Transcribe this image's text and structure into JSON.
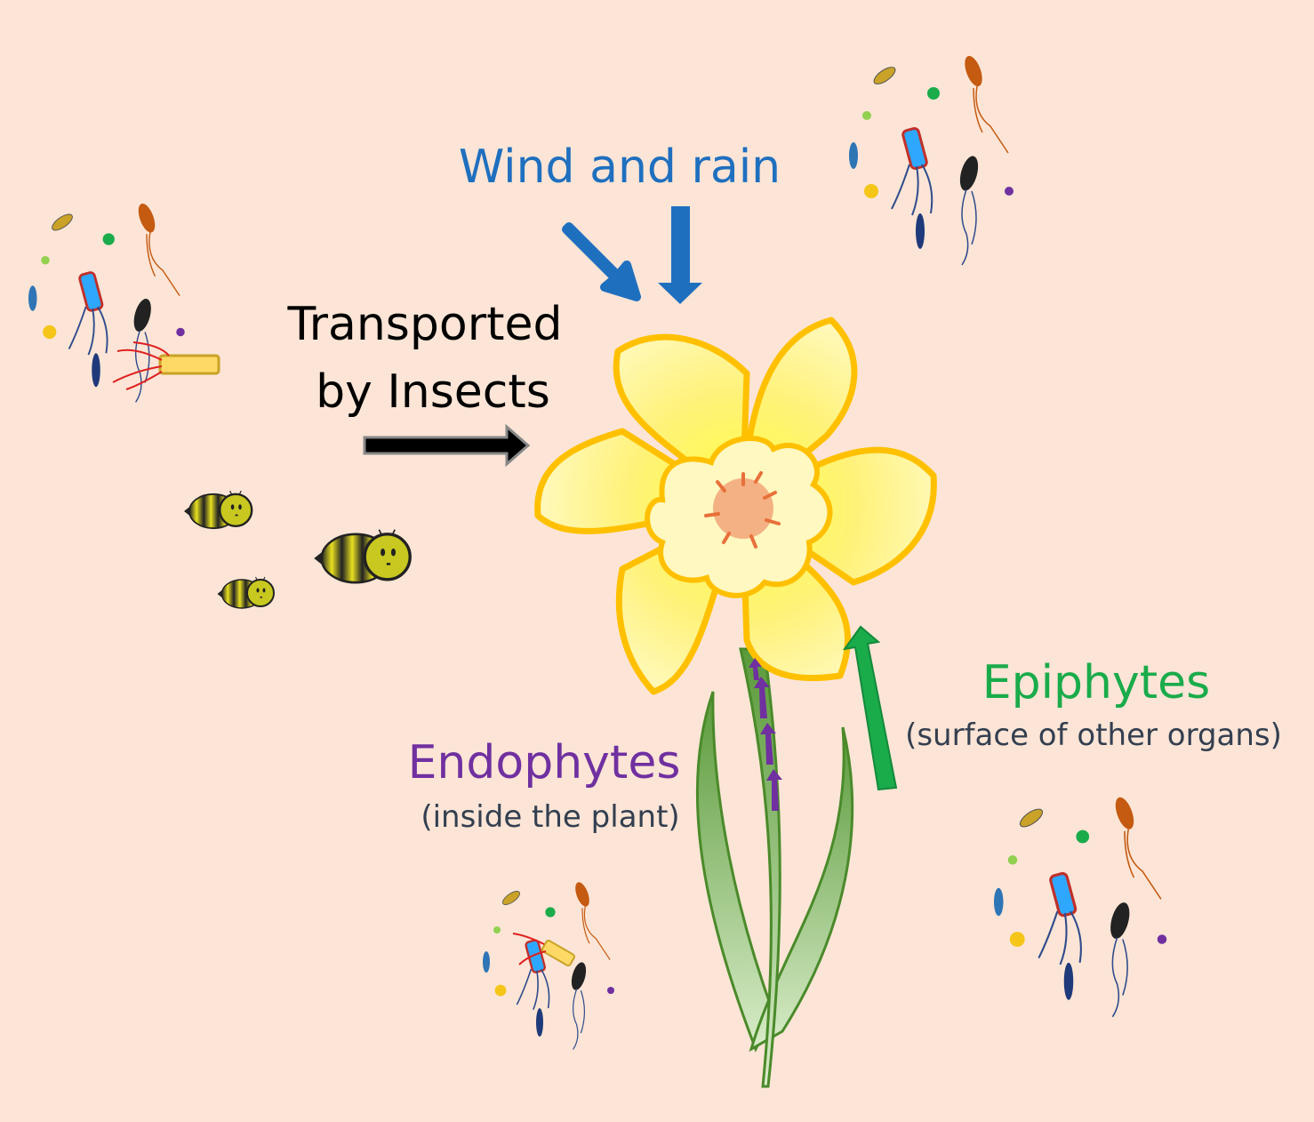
{
  "labels": {
    "wind_rain": "Wind and rain",
    "insects_line1": "Transported",
    "insects_line2": "by Insects",
    "endophytes": "Endophytes",
    "endophytes_sub": "(inside the plant)",
    "epiphytes": "Epiphytes",
    "epiphytes_sub": "(surface of other organs)"
  },
  "colors": {
    "background": "#fce5d6",
    "wind": "#1f6fbf",
    "endophytes": "#7030a0",
    "epiphytes": "#1aab4b",
    "subtext": "#333f50",
    "petal_fill": "#fff4a0",
    "petal_stroke": "#ffc000",
    "center": "#f4b183",
    "stem": "#5a9a3a"
  }
}
